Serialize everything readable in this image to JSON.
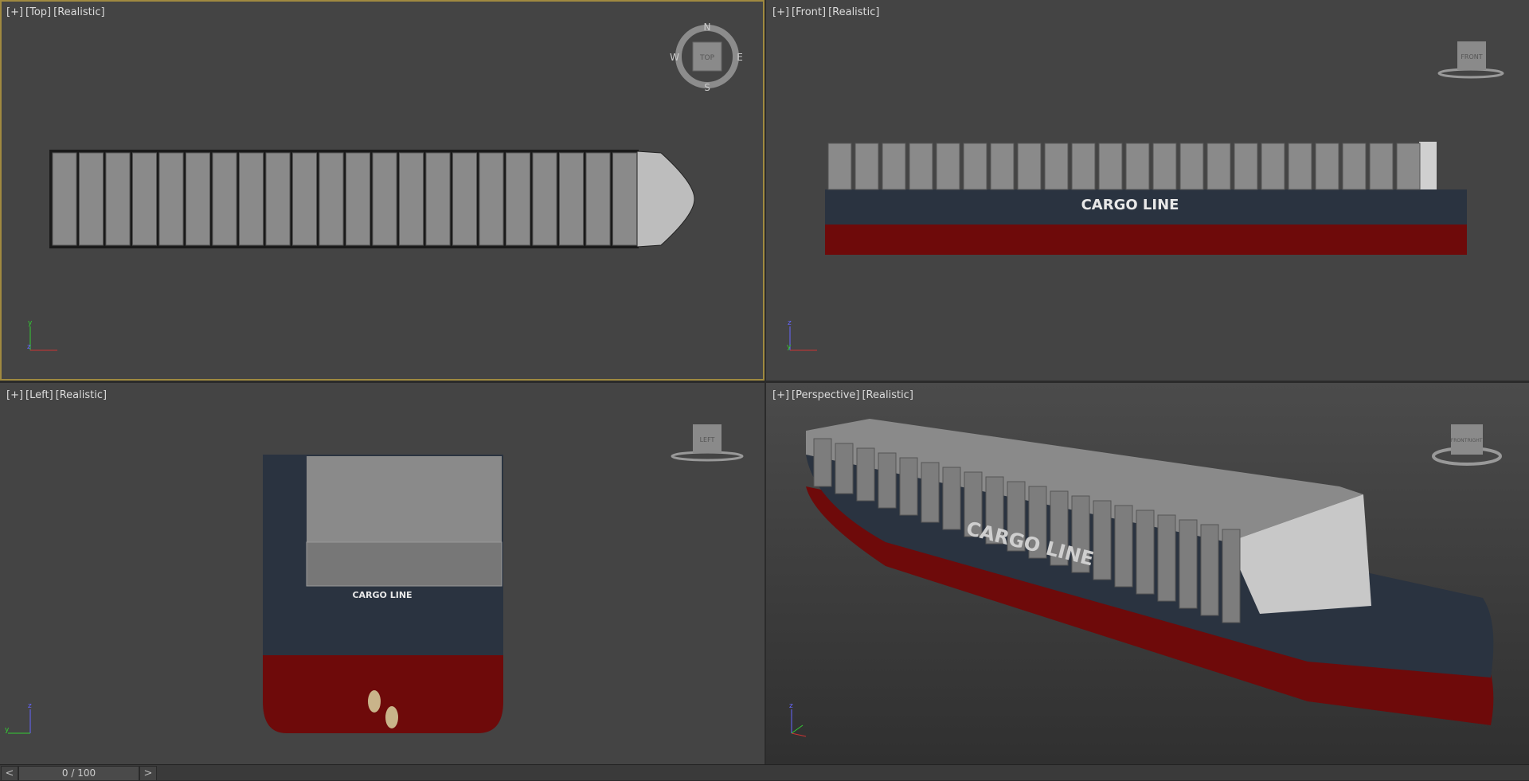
{
  "viewports": [
    {
      "labels": [
        "[+]",
        "[Top]",
        "[Realistic]"
      ],
      "viewcube": {
        "face": "TOP",
        "compass": [
          "N",
          "E",
          "S",
          "W"
        ]
      },
      "active": true
    },
    {
      "labels": [
        "[+]",
        "[Front]",
        "[Realistic]"
      ],
      "viewcube": {
        "face": "FRONT"
      }
    },
    {
      "labels": [
        "[+]",
        "[Left]",
        "[Realistic]"
      ],
      "viewcube": {
        "face": "LEFT"
      }
    },
    {
      "labels": [
        "[+]",
        "[Perspective]",
        "[Realistic]"
      ],
      "viewcube": {
        "faces": [
          "FRONT",
          "RIGHT"
        ]
      }
    }
  ],
  "ship": {
    "hull_text": "CARGO LINE",
    "hull_color": "#2a3340",
    "bottom_color": "#7a0a0a",
    "container_color": "#8a8a8a"
  },
  "axes": {
    "x": "x",
    "y": "y",
    "z": "z"
  },
  "colors": {
    "active_border": "#a08a40",
    "viewport_bg": "#444444"
  },
  "timeline": {
    "prev": "<",
    "next": ">",
    "position": "0 / 100",
    "current_frame": 0,
    "total_frames": 100
  }
}
